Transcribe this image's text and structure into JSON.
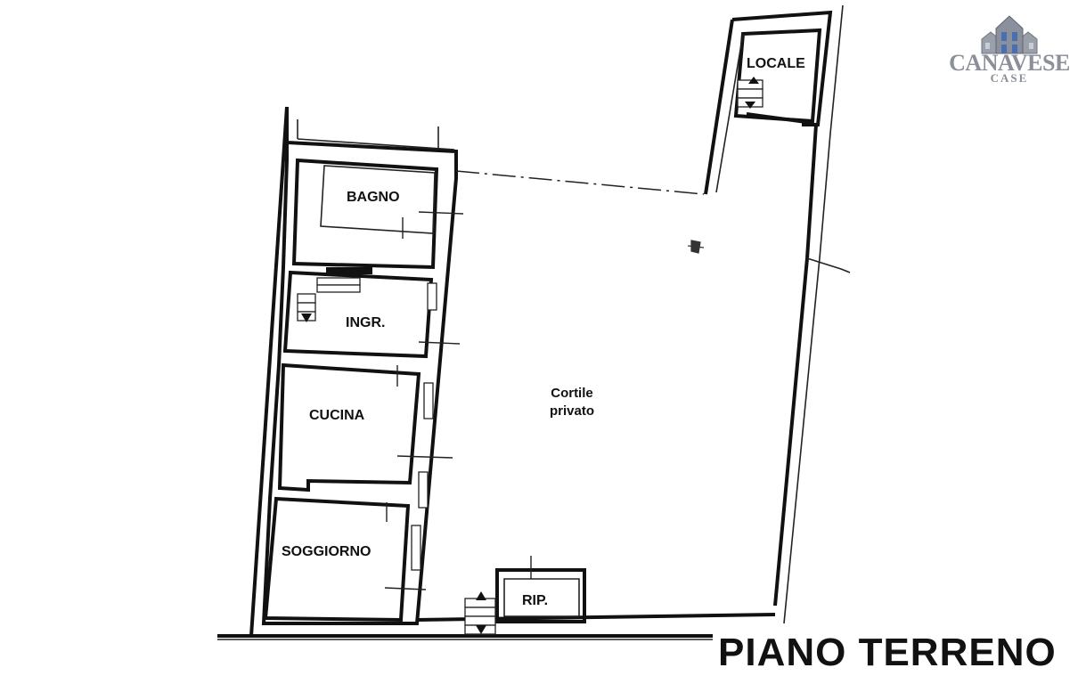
{
  "floor_title": "PIANO TERRENO",
  "rooms": {
    "bagno": "BAGNO",
    "ingresso": "INGR.",
    "cucina": "CUCINA",
    "soggiorno": "SOGGIORNO",
    "locale": "LOCALE",
    "ripostiglio": "RIP."
  },
  "courtyard": {
    "line1": "Cortile",
    "line2": "privato"
  },
  "logo": {
    "brand": "CANAVESE",
    "sub": "CASE",
    "icon": "houses-icon"
  },
  "colors": {
    "walls": "#111111",
    "logo": "#8a8f99"
  }
}
